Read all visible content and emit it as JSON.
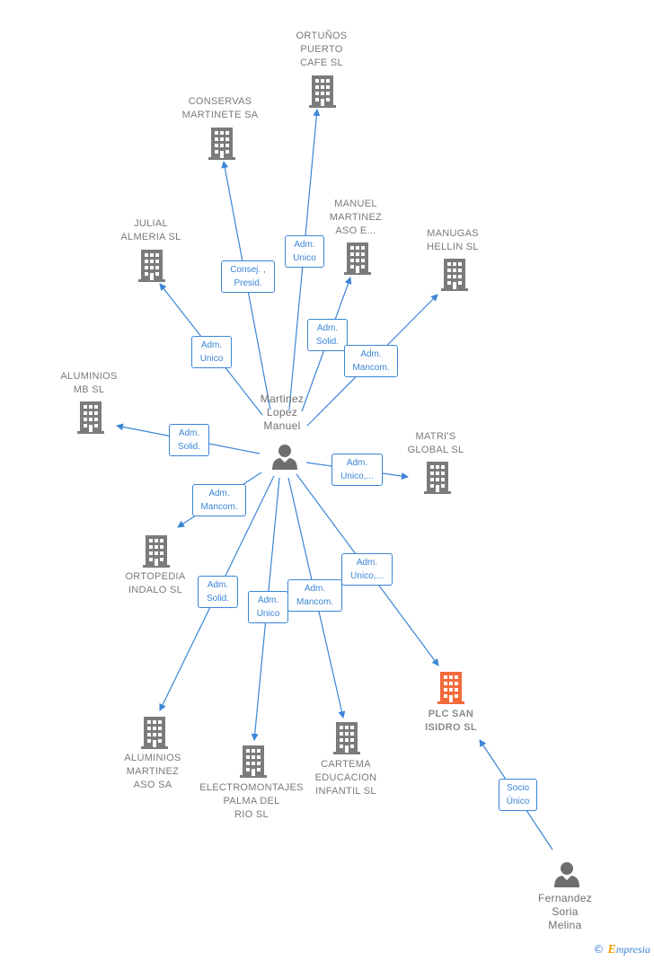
{
  "person_main": {
    "label": "Martinez\nLopez\nManuel"
  },
  "person_other": {
    "label": "Fernandez\nSoria\nMelina"
  },
  "companies": [
    {
      "id": "ortunos",
      "label": "ORTUÑOS\nPUERTO\nCAFE  SL"
    },
    {
      "id": "conservas",
      "label": "CONSERVAS\nMARTINETE SA"
    },
    {
      "id": "julial",
      "label": "JULIAL\nALMERIA SL"
    },
    {
      "id": "manuel",
      "label": "MANUEL\nMARTINEZ\nASO E..."
    },
    {
      "id": "manugas",
      "label": "MANUGAS\nHELLIN SL"
    },
    {
      "id": "aluminios_mb",
      "label": "ALUMINIOS\nMB SL"
    },
    {
      "id": "matris",
      "label": "MATRI'S\nGLOBAL SL"
    },
    {
      "id": "ortopedia",
      "label": "ORTOPEDIA\nINDALO SL"
    },
    {
      "id": "aluminios_mar",
      "label": "ALUMINIOS\nMARTINEZ\nASO SA"
    },
    {
      "id": "electro",
      "label": "ELECTROMONTAJES\nPALMA DEL\nRIO SL"
    },
    {
      "id": "cartema",
      "label": "CARTEMA\nEDUCACION\nINFANTIL SL"
    },
    {
      "id": "plc",
      "label": "PLC SAN\nISIDRO  SL",
      "highlight": true
    }
  ],
  "relations": [
    {
      "id": "r_ortunos",
      "label": "Adm.\nUnico"
    },
    {
      "id": "r_conservas",
      "label": "Consej. ,\nPresid."
    },
    {
      "id": "r_julial",
      "label": "Adm.\nUnico"
    },
    {
      "id": "r_manuel",
      "label": "Adm.\nSolid."
    },
    {
      "id": "r_manugas",
      "label": "Adm.\nMancom."
    },
    {
      "id": "r_alumb",
      "label": "Adm.\nSolid."
    },
    {
      "id": "r_matris",
      "label": "Adm.\nUnico,..."
    },
    {
      "id": "r_ortopedia",
      "label": "Adm.\nMancom."
    },
    {
      "id": "r_alumar",
      "label": "Adm.\nSolid."
    },
    {
      "id": "r_electro",
      "label": "Adm.\nUnico"
    },
    {
      "id": "r_cartema",
      "label": "Adm.\nMancom."
    },
    {
      "id": "r_plc",
      "label": "Adm.\nUnico,..."
    },
    {
      "id": "r_socio",
      "label": "Socio\nÚnico"
    }
  ],
  "colors": {
    "edge": "#3a85d6",
    "building": "#7b7b7b",
    "highlight": "#f26b3a",
    "person": "#6e6e6e"
  },
  "footer": {
    "copyright": "©",
    "brand_initial": "E",
    "brand_rest": "mpresia"
  }
}
